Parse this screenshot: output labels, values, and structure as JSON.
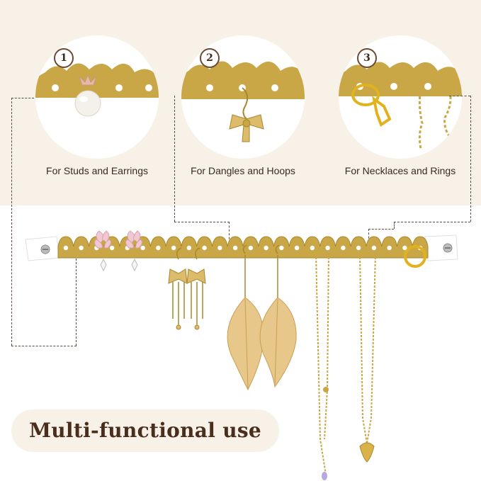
{
  "features": [
    {
      "number": "1",
      "caption": "For Studs and Earrings"
    },
    {
      "number": "2",
      "caption": "For Dangles and Hoops"
    },
    {
      "number": "3",
      "caption": "For Necklaces and Rings"
    }
  ],
  "headline": "Multi-functional use",
  "colors": {
    "gold": "#c9a646",
    "gold_dark": "#a9872d",
    "cream": "#f8f1e7",
    "brown": "#4a2e1d"
  }
}
